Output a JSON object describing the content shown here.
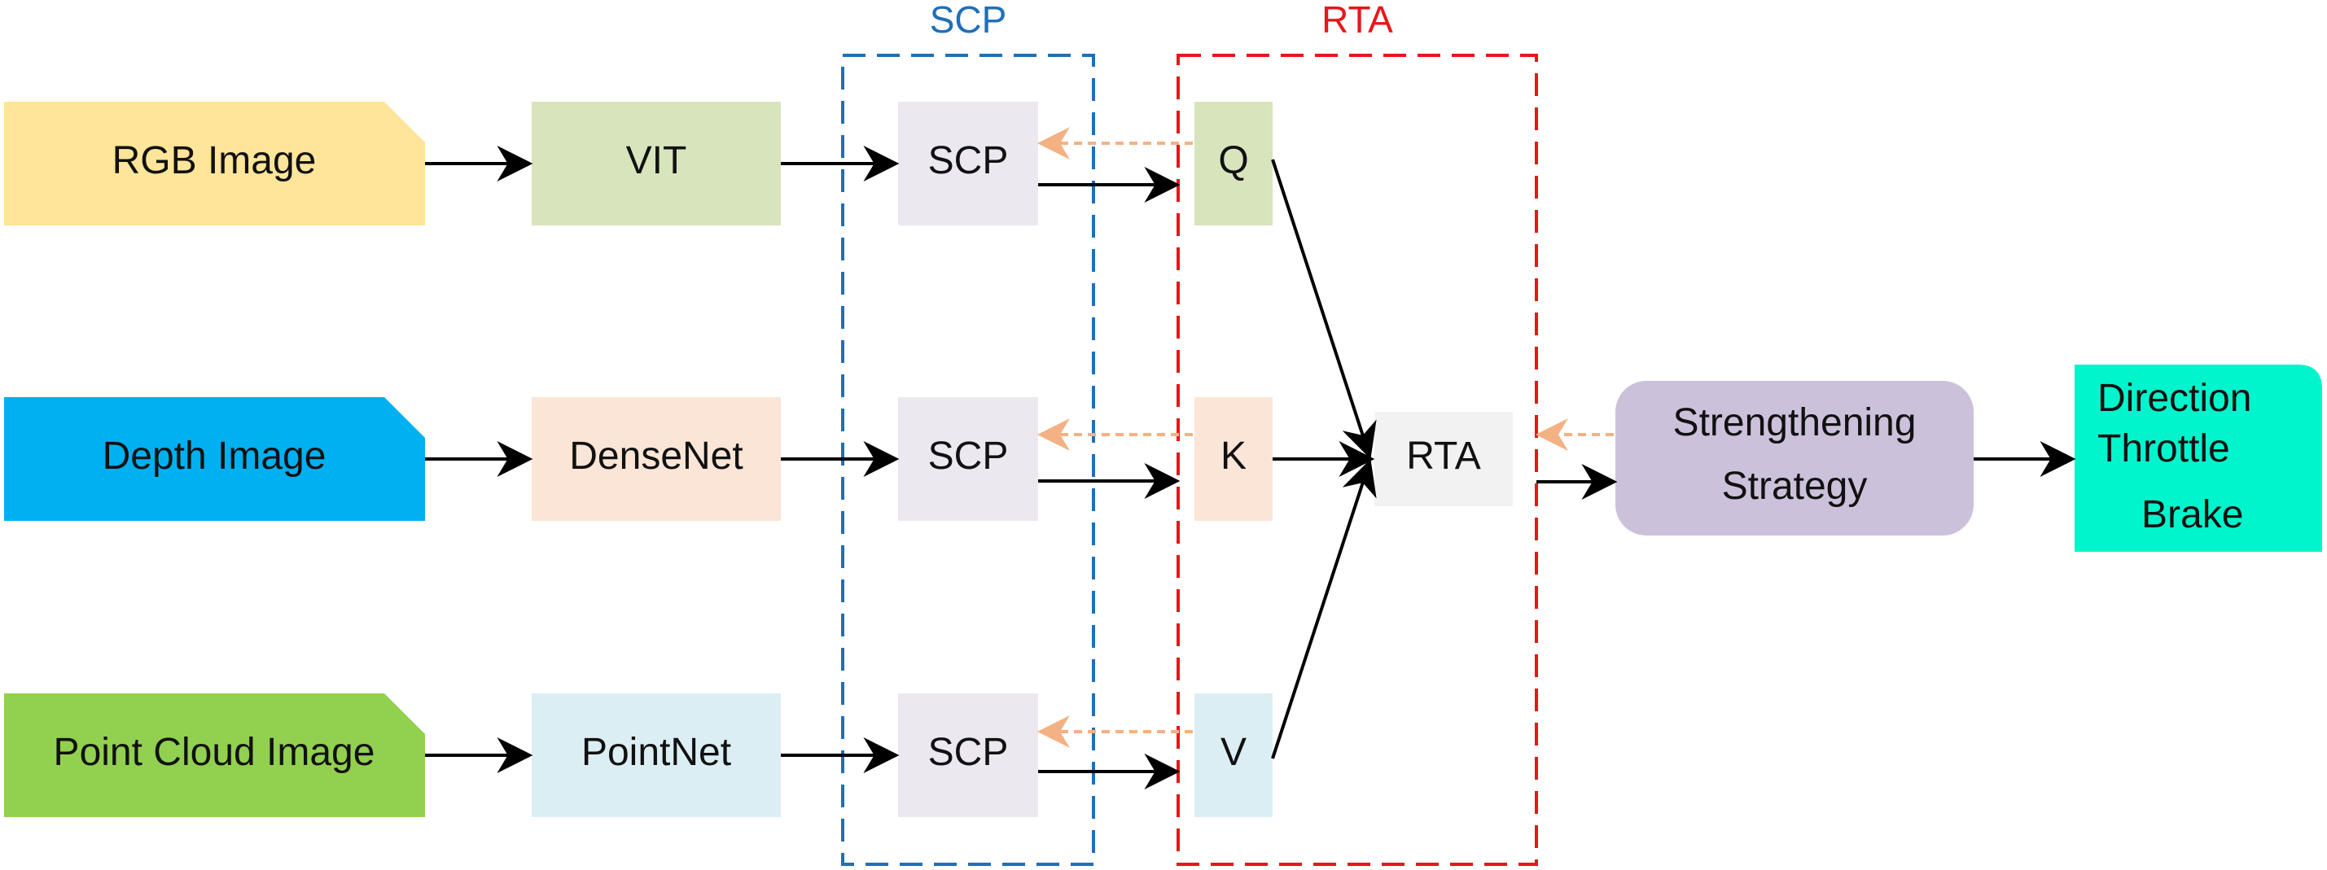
{
  "groups": {
    "scp": {
      "label": "SCP",
      "color": "#1f6fb8"
    },
    "rta": {
      "label": "RTA",
      "color": "#e8161b"
    }
  },
  "inputs": [
    {
      "label": "RGB Image",
      "color": "#ffe599"
    },
    {
      "label": "Depth Image",
      "color": "#00b0f0"
    },
    {
      "label": "Point Cloud Image",
      "color": "#92d050"
    }
  ],
  "encoders": [
    {
      "label": "VIT",
      "color": "#d8e4bc"
    },
    {
      "label": "DenseNet",
      "color": "#fbe5d6"
    },
    {
      "label": "PointNet",
      "color": "#dbeef4"
    }
  ],
  "scp_blocks": [
    {
      "label": "SCP"
    },
    {
      "label": "SCP"
    },
    {
      "label": "SCP"
    }
  ],
  "qkv": [
    {
      "label": "Q",
      "color": "#d8e4bc"
    },
    {
      "label": "K",
      "color": "#fbe5d6"
    },
    {
      "label": "V",
      "color": "#dbeef4"
    }
  ],
  "rta_block": {
    "label": "RTA",
    "color": "#f2f2f2"
  },
  "strategy": {
    "line1": "Strengthening",
    "line2": "Strategy",
    "color": "#ccc1da"
  },
  "output": {
    "line1": "Direction",
    "line2": "Throttle",
    "line3": "Brake",
    "color": "#00f5cc"
  },
  "colors": {
    "arrow": "#000000",
    "feedback_arrow": "#f4b183",
    "scp_box_fill": "#ebe8f0"
  }
}
